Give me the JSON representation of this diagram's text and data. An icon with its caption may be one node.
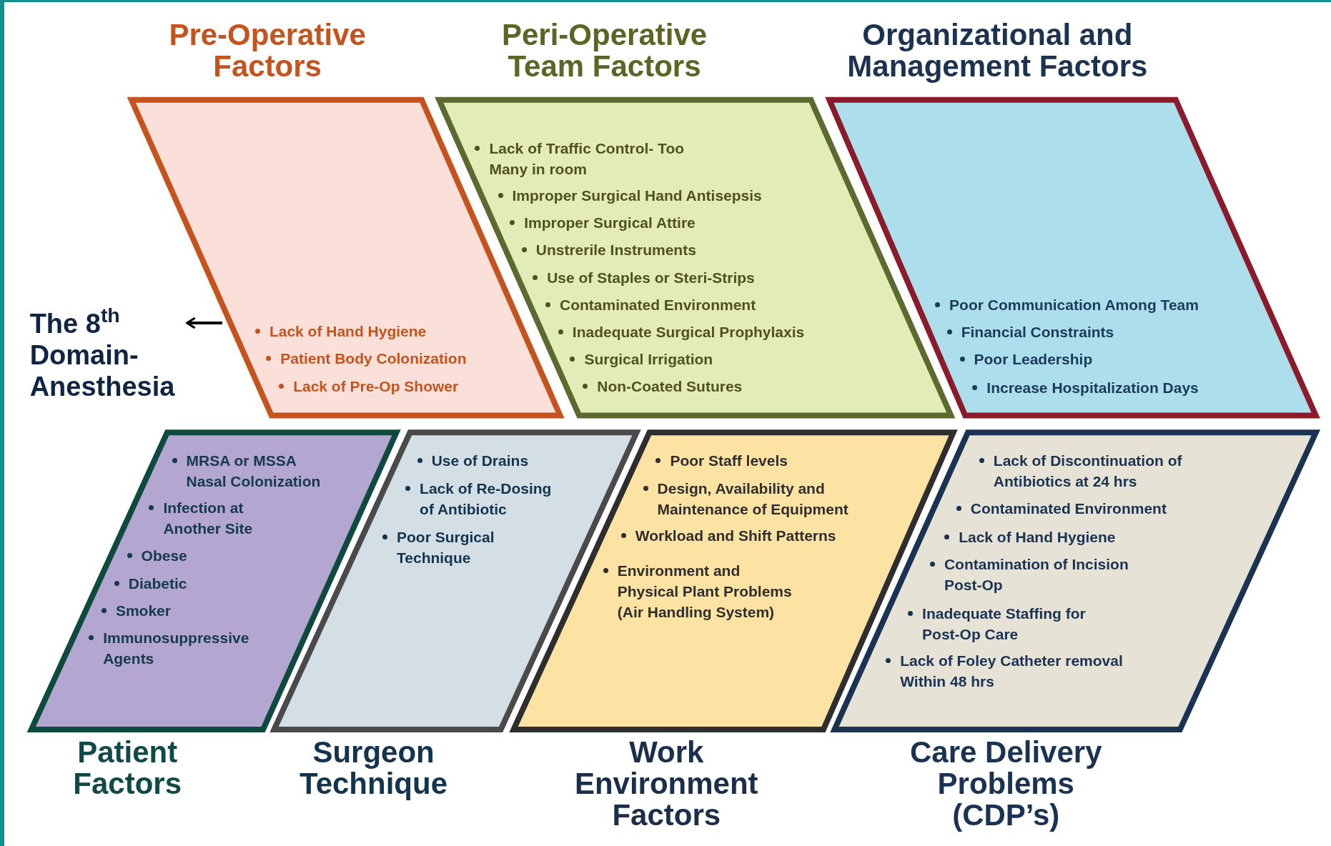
{
  "diagram": {
    "nodes": [
      {
        "text": [
          "Pre-Operative Factors",
          "Lack of Hand Hygiene",
          "Patient Body Colonization",
          "Lack of Pre-Op Shower"
        ]
      },
      {
        "text": [
          "Peri-Operative Team Factors",
          "Lack of Traffic Control- Too Many in room",
          "Improper Surgical Hand Antisepsis",
          "Improper Surgical Attire",
          "Unstrerile Instruments",
          "Use of Staples or Steri-Strips",
          "Contaminated Environment",
          "Inadequate Surgical Prophylaxis",
          "Surgical Irrigation",
          "Non-Coated Sutures"
        ]
      },
      {
        "text": [
          "Organizational and Management Factors",
          "Poor Communication Among Team",
          "Financial Constraints",
          "Poor Leadership",
          "Increase Hospitalization Days"
        ]
      },
      {
        "text": [
          "MRSA or MSSA Nasal Colonization",
          "Infection at Another Site",
          "Obese",
          "Diabetic",
          "Smoker",
          "Immunosuppressive Agents",
          "Patient Factors"
        ]
      },
      {
        "text": [
          "Use of Drains",
          "Lack of Re-Dosing of Antibiotic",
          "Poor Surgical Technique",
          "Surgeon Technique"
        ]
      },
      {
        "text": [
          "Poor Staff levels",
          "Design, Availability and Maintenance of Equipment",
          "Workload and Shift Patterns",
          "Environment and Physical Plant Problems (Air Handling System)",
          "Work Environment Factors"
        ]
      },
      {
        "text": [
          "Lack of Discontinuation of Antibiotics at 24 hrs",
          "Contaminated Environment",
          "Lack of Hand Hygiene",
          "Contamination of Incision Post-Op",
          "Inadequate Staffing for Post-Op Care",
          "Lack of Foley Catheter removal Within 48 hrs",
          "Care Delivery Problems (CDP’s)"
        ]
      },
      {
        "text": [
          "The 8$^{th}$ Domain- Anesthesia"
        ]
      }
    ],
    "edges": [
      {
        "from": 0,
        "to": 7,
        "arrow": "to"
      }
    ]
  }
}
